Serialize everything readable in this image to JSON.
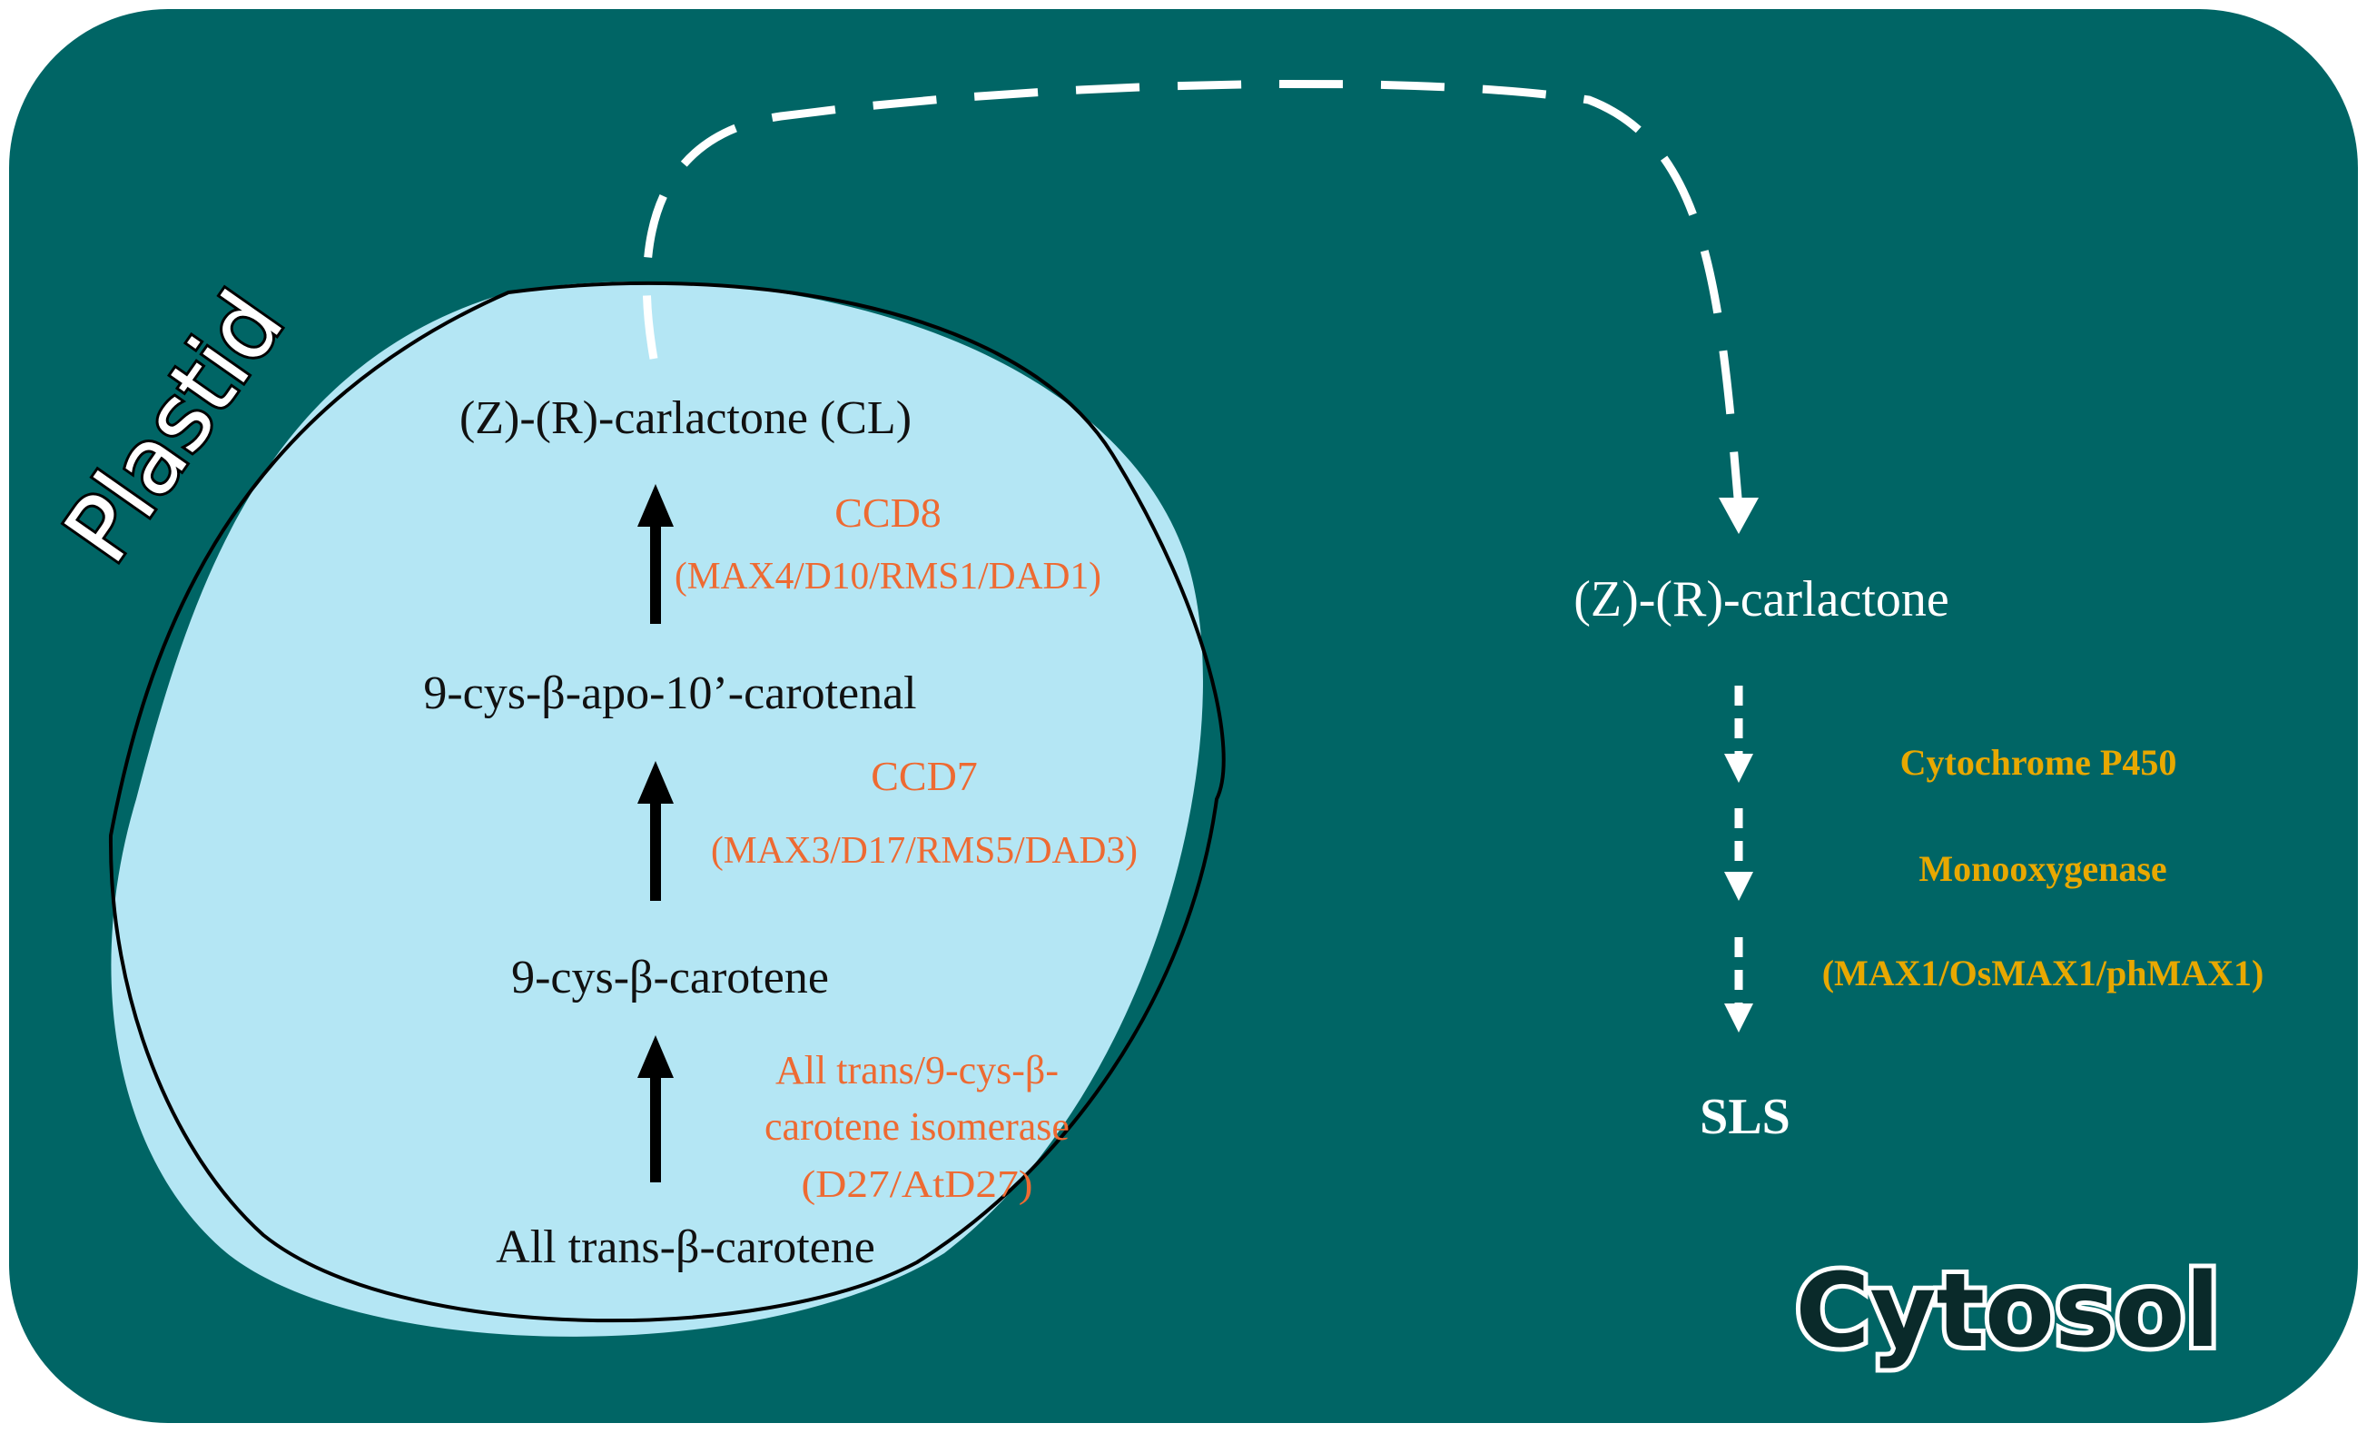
{
  "labels": {
    "plastid": "Plastid",
    "cytosol": "Cytosol"
  },
  "pathway": {
    "carlactone_cl": "(Z)-(R)-carlactone  (CL)",
    "apo_carotenal": "9-cys-β-apo-10’-carotenal",
    "cys_carotene": "9-cys-β-carotene",
    "trans_carotene": "All trans-β-carotene"
  },
  "enzymes": {
    "ccd8_name": "CCD8",
    "ccd8_genes": "(MAX4/D10/RMS1/DAD1)",
    "ccd7_name": "CCD7",
    "ccd7_genes": "(MAX3/D17/RMS5/DAD3)",
    "isomerase_line1": "All trans/9-cys-β-",
    "isomerase_line2": "carotene isomerase",
    "isomerase_genes": "(D27/AtD27)"
  },
  "cytosol_pathway": {
    "carlactone": "(Z)-(R)-carlactone",
    "p450": "Cytochrome P450",
    "monooxygenase": "Monooxygenase",
    "max1_genes": "(MAX1/OsMAX1/phMAX1)",
    "sls": "SLS"
  },
  "colors": {
    "cell_fill": "#006565",
    "plastid_fill": "#b4e6f4",
    "enzyme_orange": "#ee6a32",
    "enzyme_gold": "#e8a800",
    "text_dark": "#111111",
    "text_white": "#ffffff"
  }
}
